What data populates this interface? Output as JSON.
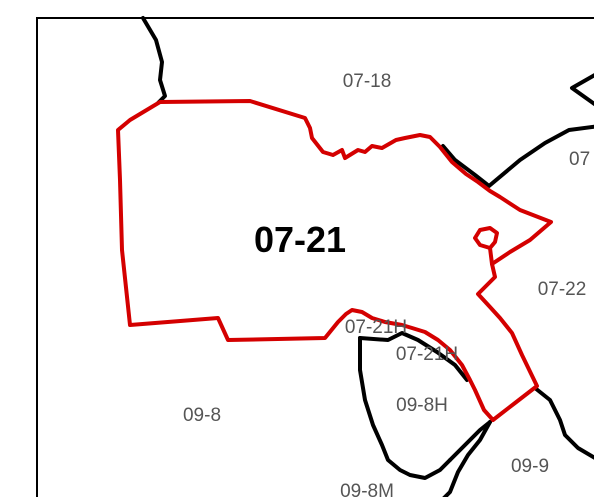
{
  "map": {
    "highlighted_zone": {
      "label": "07-21",
      "color": "#d40000"
    },
    "zones": [
      {
        "id": "07-18",
        "label": "07-18"
      },
      {
        "id": "07-partial",
        "label": "07"
      },
      {
        "id": "07-22",
        "label": "07-22"
      },
      {
        "id": "07-21h-a",
        "label": "07-21H"
      },
      {
        "id": "07-21h-b",
        "label": "07-21H"
      },
      {
        "id": "09-8",
        "label": "09-8"
      },
      {
        "id": "09-8h",
        "label": "09-8H"
      },
      {
        "id": "09-9",
        "label": "09-9"
      },
      {
        "id": "09-8m",
        "label": "09-8M"
      }
    ],
    "boundary_color": "#000000",
    "label_color": "#555555"
  }
}
